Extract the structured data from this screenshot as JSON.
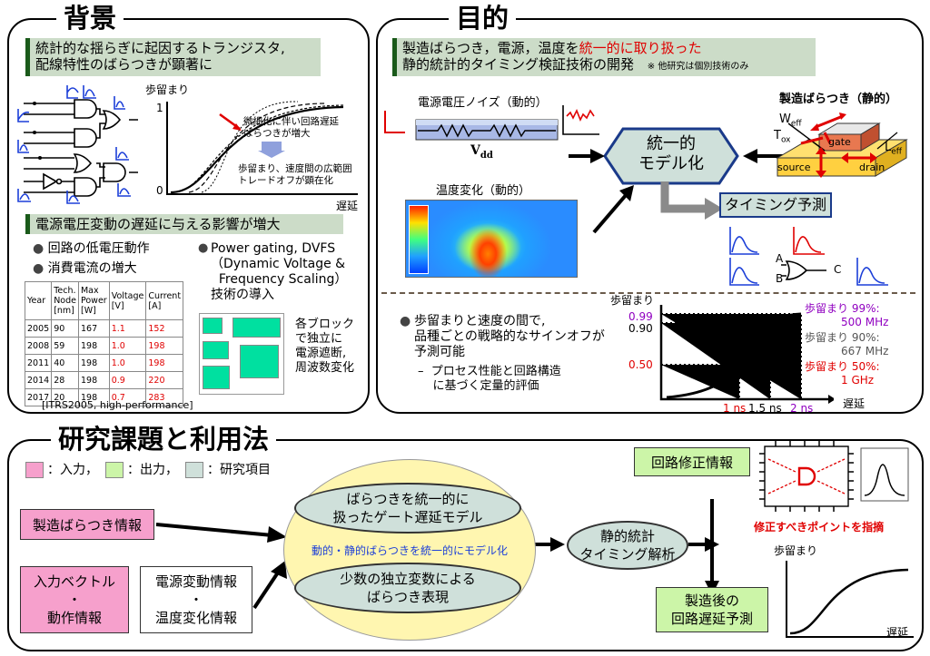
{
  "background": {
    "title": "背景",
    "header1": "統計的な揺らぎに起因するトランジスタ,\n配線特性のばらつきが顕著に",
    "yield_chart": {
      "ylabel": "歩留まり",
      "xlabel": "遅延",
      "y_top": "1",
      "y_bottom": "0",
      "note1": "微細化に伴い回路遅延\nばらつきが増大",
      "note2": "歩留まり、速度間の広範囲\nトレードオフが顕在化"
    },
    "header2": "電源電圧変動の遅延に与える影響が増大",
    "bullets": [
      "回路の低電圧動作",
      "消費電流の増大"
    ],
    "bullet_right": "Power gating, DVFS\n（Dynamic Voltage &\n  Frequency Scaling）\n技術の導入",
    "block_note": "各ブロック\nで独立に\n電源遮断,\n周波数変化",
    "table": {
      "headers": [
        "Year",
        "Tech.\nNode\n[nm]",
        "Max\nPower\n[W]",
        "Voltage\n[V]",
        "Current\n[A]"
      ],
      "rows": [
        [
          "2005",
          "90",
          "167",
          "1.1",
          "152"
        ],
        [
          "2008",
          "59",
          "198",
          "1.0",
          "198"
        ],
        [
          "2011",
          "40",
          "198",
          "1.0",
          "198"
        ],
        [
          "2014",
          "28",
          "198",
          "0.9",
          "220"
        ],
        [
          "2017",
          "20",
          "198",
          "0.7",
          "283"
        ]
      ],
      "caption": "[ITRS2005, high-performance]"
    }
  },
  "purpose": {
    "title": "目的",
    "header_a": "製造ばらつき，電源，温度を",
    "header_red": "統一的に取り扱った",
    "header_line2": "静的統計的タイミング検証技術の開発",
    "header_note": "※ 他研究は個別技術のみ",
    "noise_label": "電源電圧ノイズ（動的）",
    "vdd": "V",
    "vdd_sub": "dd",
    "temp_label": "温度変化（動的）",
    "model_label": "統一的\nモデル化",
    "static_label": "製造ばらつき（静的）",
    "weff": "W",
    "weff_sub": "eff",
    "tox": "T",
    "tox_sub": "ox",
    "leff": "L",
    "leff_sub": "eff",
    "gate": "gate",
    "source": "source",
    "drain": "drain",
    "timing_label": "タイミング予測",
    "gate_a": "A",
    "gate_b": "B",
    "gate_c": "C",
    "bullet": "歩留まりと速度の間で,\n品種ごとの戦略的なサインオフが\n予測可能",
    "sub_bullet": "–  プロセス性能と回路構造\n    に基づく定量的評価",
    "cdf": {
      "ylabel": "歩留まり",
      "xlabel": "遅延",
      "y099": "0.99",
      "y090": "0.90",
      "y050": "0.50",
      "x1": "1 ns",
      "x15": "1.5 ns",
      "x2": "2 ns",
      "legend": [
        {
          "label": "歩留まり 99%:",
          "value": "500 MHz",
          "color": "#9000c0"
        },
        {
          "label": "歩留まり 90%:",
          "value": "667 MHz",
          "color": "#555555"
        },
        {
          "label": "歩留まり 50%:",
          "value": "1 GHz",
          "color": "#e00000"
        }
      ]
    }
  },
  "research": {
    "title": "研究課題と利用法",
    "legend": [
      {
        "label": "：入力，",
        "color": "#f6a0cc"
      },
      {
        "label": "：出力，",
        "color": "#ccf5a8"
      },
      {
        "label": "：研究項目",
        "color": "#cfe0da"
      }
    ],
    "mfg_info": "製造ばらつき情報",
    "input_vec": "入力ベクトル\n・\n動作情報",
    "env_info": "電源変動情報\n・\n温度変化情報",
    "oval_top": "ばらつきを統一的に\n扱ったゲート遅延モデル",
    "oval_mid": "動的・静的ばらつきを統一的にモデル化",
    "oval_bottom": "少数の独立変数による\nばらつき表現",
    "ssta": "静的統計\nタイミング解析",
    "fix_info": "回路修正情報",
    "post_mfg": "製造後の\n回路遅延予測",
    "fix_point": "修正すべきポイントを指摘",
    "yield_label": "歩留まり",
    "delay_label": "遅延"
  }
}
